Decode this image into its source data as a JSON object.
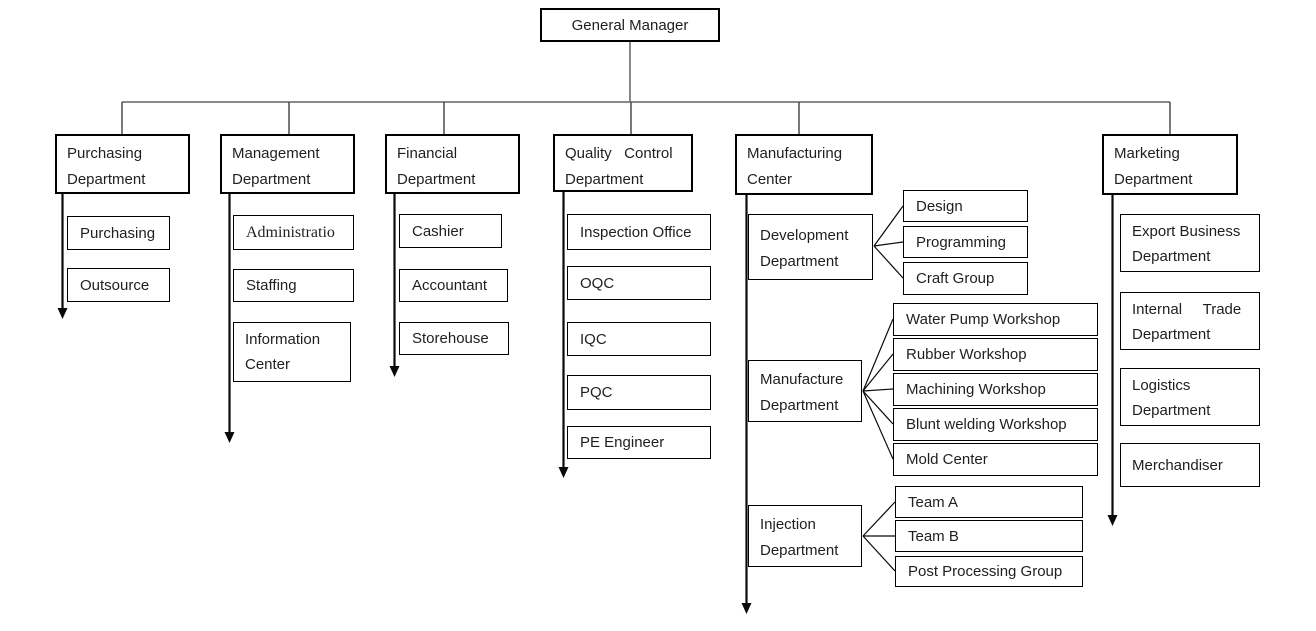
{
  "gm": {
    "label": "General Manager"
  },
  "departments": [
    {
      "label": "Purchasing\nDepartment",
      "children": [
        {
          "label": "Purchasing"
        },
        {
          "label": "Outsource"
        }
      ]
    },
    {
      "label": "Management\nDepartment",
      "children": [
        {
          "label": "Administratio"
        },
        {
          "label": "Staffing"
        },
        {
          "label": "Information\nCenter"
        }
      ]
    },
    {
      "label": "Financial\nDepartment",
      "children": [
        {
          "label": "Cashier"
        },
        {
          "label": "Accountant"
        },
        {
          "label": "Storehouse"
        }
      ]
    },
    {
      "label": "Quality   Control\nDepartment",
      "children": [
        {
          "label": "Inspection Office"
        },
        {
          "label": "OQC"
        },
        {
          "label": "IQC"
        },
        {
          "label": "PQC"
        },
        {
          "label": "PE Engineer"
        }
      ]
    },
    {
      "label": "Manufacturing\nCenter",
      "children": [
        {
          "label": "Development\nDepartment",
          "children": [
            {
              "label": "Design"
            },
            {
              "label": "Programming"
            },
            {
              "label": "Craft Group"
            }
          ]
        },
        {
          "label": "Manufacture\nDepartment",
          "children": [
            {
              "label": "Water Pump Workshop"
            },
            {
              "label": "Rubber Workshop"
            },
            {
              "label": "Machining Workshop"
            },
            {
              "label": "Blunt welding Workshop"
            },
            {
              "label": "Mold Center"
            }
          ]
        },
        {
          "label": "Injection\nDepartment",
          "children": [
            {
              "label": "Team A"
            },
            {
              "label": "Team B"
            },
            {
              "label": "Post Processing Group"
            }
          ]
        }
      ]
    },
    {
      "label": "Marketing\nDepartment",
      "children": [
        {
          "label": "Export Business\nDepartment"
        },
        {
          "label": "Internal     Trade\nDepartment"
        },
        {
          "label": "Logistics\nDepartment"
        },
        {
          "label": "Merchandiser"
        }
      ]
    }
  ],
  "colors": {
    "background": "#ffffff",
    "box_border": "#000000",
    "text": "#1f1f1f",
    "trunk_line": "#7a7a7a",
    "branch_line": "#404040",
    "spine_line": "#0a0a0a"
  }
}
